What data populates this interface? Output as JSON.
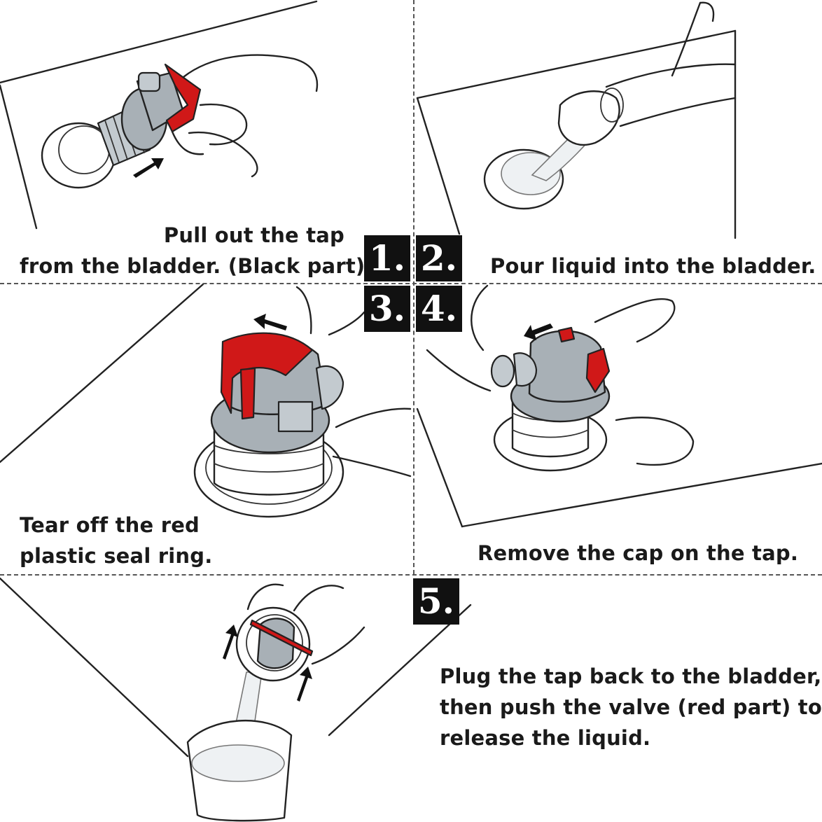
{
  "steps": [
    {
      "number": "1.",
      "caption_lines": [
        "Pull out the tap",
        "from the bladder. (Black part)"
      ]
    },
    {
      "number": "2.",
      "caption_lines": [
        "Pour liquid into the bladder."
      ]
    },
    {
      "number": "3.",
      "caption_lines": [
        "Tear off the red",
        "plastic seal ring."
      ]
    },
    {
      "number": "4.",
      "caption_lines": [
        "Remove the cap on the tap."
      ]
    },
    {
      "number": "5.",
      "caption_lines": [
        "Plug the tap back to the bladder,",
        "then push the valve (red part) to",
        "release the liquid."
      ]
    }
  ],
  "colors": {
    "seal_red": "#d01818",
    "tap_grey": "#a8b0b6",
    "number_box": "#111111"
  }
}
